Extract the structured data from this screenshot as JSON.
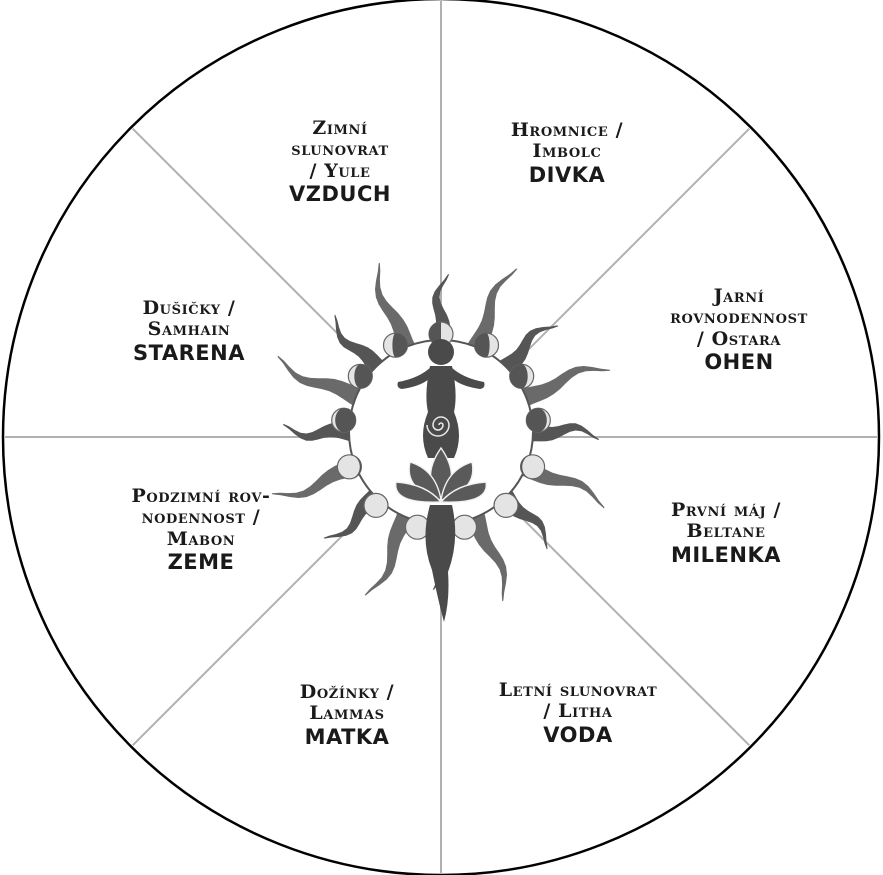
{
  "wheel": {
    "colors": {
      "divider": "#b0b0b0",
      "rim": "#000000",
      "symbol": "#4a4a4a",
      "symbol_light": "#e4e4e4"
    },
    "segments": [
      {
        "id": "yule",
        "lines": [
          "Zimní",
          "slunovrat",
          "/ Yule"
        ],
        "element": "VZDUCH"
      },
      {
        "id": "imbolc",
        "lines": [
          "Hromnice /",
          "Imbolc"
        ],
        "element": "DIVKA"
      },
      {
        "id": "ostara",
        "lines": [
          "Jarní",
          "rovnodennost",
          "/ Ostara"
        ],
        "element": "OHEN"
      },
      {
        "id": "beltane",
        "lines": [
          "První máj /",
          "Beltane"
        ],
        "element": "MILENKA"
      },
      {
        "id": "litha",
        "lines": [
          "Letní slunovrat",
          "/ Litha"
        ],
        "element": "VODA"
      },
      {
        "id": "lammas",
        "lines": [
          "Dožínky /",
          "Lammas"
        ],
        "element": "MATKA"
      },
      {
        "id": "mabon",
        "lines": [
          "Podzimní rov-",
          "nodennost /",
          "Mabon"
        ],
        "element": "ZEME"
      },
      {
        "id": "samhain",
        "lines": [
          "Dušičky /",
          "Samhain"
        ],
        "element": "STARENA"
      }
    ]
  }
}
